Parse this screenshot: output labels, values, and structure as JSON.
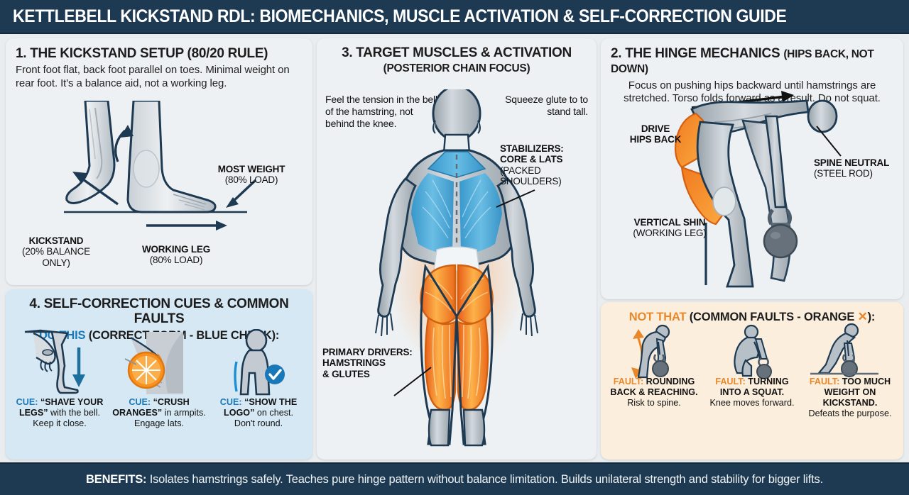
{
  "header": {
    "title": "KETTLEBELL KICKSTAND RDL: BIOMECHANICS, MUSCLE ACTIVATION & SELF-CORRECTION GUIDE",
    "bg_color": "#1e3a52"
  },
  "panel1": {
    "title": "1. THE KICKSTAND SETUP (80/20 RULE)",
    "body": "Front foot flat, back foot parallel on toes. Minimal weight on rear foot. It's a balance aid, not a working leg.",
    "labels": {
      "kickstand_main": "KICKSTAND",
      "kickstand_sub1": "(20% BALANCE",
      "kickstand_sub2": "ONLY)",
      "most_weight_main": "MOST WEIGHT",
      "most_weight_sub": "(80% LOAD)",
      "working_leg_main": "WORKING LEG",
      "working_leg_sub": "(80% LOAD)"
    }
  },
  "panel2": {
    "title_main": "2. THE HINGE MECHANICS",
    "title_paren": "(HIPS BACK, NOT DOWN)",
    "body": "Focus on pushing hips backward until hamstrings are stretched. Torso folds forward as a result. Do not squat.",
    "labels": {
      "drive_l1": "DRIVE",
      "drive_l2": "HIPS BACK",
      "spine_main": "SPINE NEUTRAL",
      "spine_sub": "(STEEL ROD)",
      "shin_main": "VERTICAL SHIN",
      "shin_sub": "(WORKING LEG)"
    }
  },
  "panel3": {
    "title_main": "3. TARGET MUSCLES & ACTIVATION",
    "title_paren": "(POSTERIOR CHAIN FOCUS)",
    "note_left": "Feel the tension in the belly of the hamstring, not behind the knee.",
    "note_right": "Squeeze glute to to stand tall.",
    "labels": {
      "stabilizers_l1": "STABILIZERS:",
      "stabilizers_l2": "CORE & LATS",
      "stabilizers_l3": "(PACKED",
      "stabilizers_l4": "SHOULDERS)",
      "primary_l1": "PRIMARY DRIVERS:",
      "primary_l2": "HAMSTRINGS",
      "primary_l3": "& GLUTES"
    },
    "colors": {
      "active_muscle": "#f58220",
      "stabilizer_muscle": "#2f9fd8",
      "inactive": "#b8bfc6"
    }
  },
  "panel4": {
    "title": "4. SELF-CORRECTION CUES & COMMON FAULTS",
    "subtitle_highlight": "DO THIS",
    "subtitle_rest": " (CORRECT FORM - BLUE CHECK):",
    "accent_color": "#1878b8",
    "bg_color": "#d6e8f4",
    "cues": [
      {
        "key": "CUE:",
        "quote": "“SHAVE YOUR LEGS”",
        "rest": " with the bell.",
        "note": "Keep it close.",
        "icon": "hand-sliding-down-leg-icon"
      },
      {
        "key": "CUE:",
        "quote": "“CRUSH ORANGES”",
        "rest": " in armpits.",
        "note": "Engage lats.",
        "icon": "orange-slice-armpit-icon"
      },
      {
        "key": "CUE:",
        "quote": "“SHOW THE LOGO”",
        "rest": " on chest.",
        "note": "Don't round.",
        "icon": "torso-check-badge-icon"
      }
    ]
  },
  "panel5": {
    "subtitle_highlight": "NOT THAT",
    "subtitle_rest": " (COMMON FAULTS - ORANGE ",
    "subtitle_tail": "):",
    "x_mark": "✕",
    "accent_color": "#e8882a",
    "bg_color": "#fbeedd",
    "faults": [
      {
        "key": "FAULT:",
        "title_l1": "ROUNDING",
        "title_l2": "BACK & REACHING.",
        "note": "Risk to spine.",
        "icon": "rounded-back-figure-icon"
      },
      {
        "key": "FAULT:",
        "title_l1": "TURNING",
        "title_l2": "INTO A SQUAT.",
        "note": "Knee moves forward.",
        "icon": "squat-figure-icon"
      },
      {
        "key": "FAULT:",
        "title_l1": "TOO MUCH",
        "title_l2": "WEIGHT ON KICKSTAND.",
        "note": "Defeats the purpose.",
        "icon": "overloaded-kickstand-figure-icon"
      }
    ]
  },
  "footer": {
    "label": "BENEFITS:",
    "text": " Isolates hamstrings safely. Teaches pure hinge pattern without balance limitation. Builds unilateral strength and stability for bigger lifts.",
    "bg_color": "#1e3a52"
  }
}
